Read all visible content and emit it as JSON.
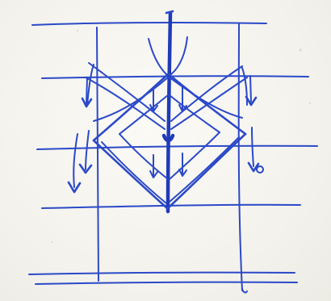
{
  "colors": {
    "paper": "#f6f4ef",
    "ink": "#2b49c8",
    "ink_dark": "#1f3bb8",
    "speck": "#b9b3a3"
  },
  "sketch": {
    "horizontal_line_count": 6,
    "vertical_post_count": 2,
    "arrow_hook_count": 8
  }
}
